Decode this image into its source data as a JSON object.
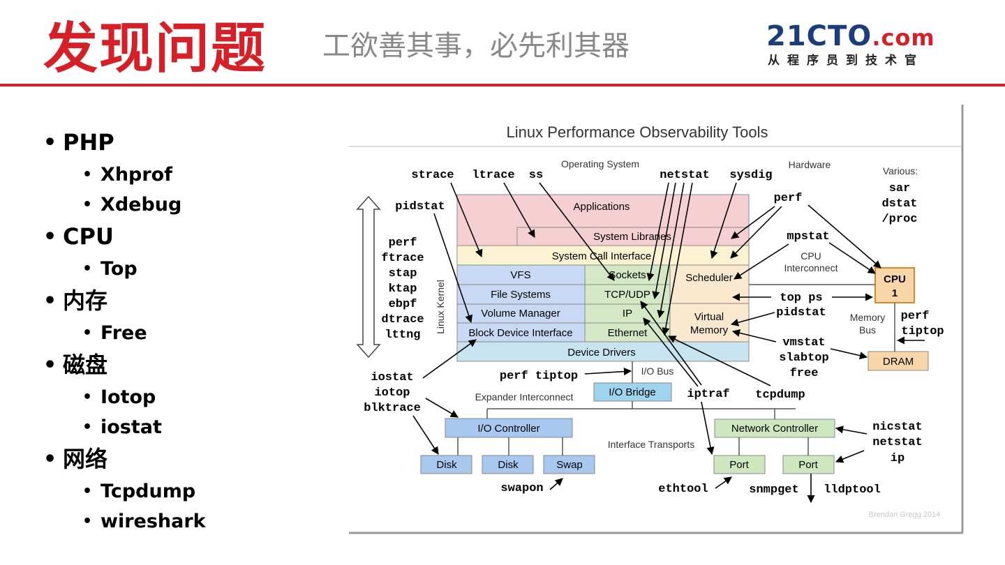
{
  "header": {
    "title": "发现问题",
    "subtitle": "工欲善其事，必先利其器",
    "logo_main": "21CTO",
    "logo_com": ".com",
    "logo_sub": "从程序员到技术官",
    "accent_color": "#d62027"
  },
  "bullets": [
    {
      "text": "PHP",
      "level": 1
    },
    {
      "text": "Xhprof",
      "level": 2
    },
    {
      "text": "Xdebug",
      "level": 2
    },
    {
      "text": "CPU",
      "level": 1
    },
    {
      "text": "Top",
      "level": 2
    },
    {
      "text": "内存",
      "level": 1
    },
    {
      "text": "Free",
      "level": 2
    },
    {
      "text": "磁盘",
      "level": 1
    },
    {
      "text": "Iotop",
      "level": 2
    },
    {
      "text": "iostat",
      "level": 2
    },
    {
      "text": "网络",
      "level": 1
    },
    {
      "text": "Tcpdump",
      "level": 2
    },
    {
      "text": "wireshark",
      "level": 2
    }
  ],
  "diagram": {
    "title": "Linux Performance Observability Tools",
    "section_os": "Operating System",
    "section_hw": "Hardware",
    "kernel_label": "Linux Kernel",
    "boxes": {
      "applications": "Applications",
      "system_libraries": "System Libraries",
      "system_call_interface": "System Call Interface",
      "vfs": "VFS",
      "sockets": "Sockets",
      "scheduler": "Scheduler",
      "file_systems": "File Systems",
      "tcp_udp": "TCP/UDP",
      "volume_manager": "Volume Manager",
      "ip": "IP",
      "virtual": "Virtual",
      "memory": "Memory",
      "block_device_interface": "Block Device Interface",
      "ethernet": "Ethernet",
      "device_drivers": "Device Drivers",
      "io_bridge": "I/O Bridge",
      "io_controller": "I/O Controller",
      "disk1": "Disk",
      "disk2": "Disk",
      "swap": "Swap",
      "network_controller": "Network Controller",
      "port1": "Port",
      "port2": "Port",
      "cpu": "CPU",
      "cpu_num": "1",
      "dram": "DRAM"
    },
    "labels": {
      "cpu_interconnect_1": "CPU",
      "cpu_interconnect_2": "Interconnect",
      "memory_bus_1": "Memory",
      "memory_bus_2": "Bus",
      "io_bus": "I/O Bus",
      "expander_interconnect": "Expander Interconnect",
      "interface_transports": "Interface Transports",
      "various": "Various:",
      "credit": "Brendan Gregg 2014"
    },
    "tools": {
      "strace": "strace",
      "ltrace": "ltrace",
      "ss": "ss",
      "netstat_top": "netstat",
      "sysdig": "sysdig",
      "perf_top": "perf",
      "sar": "sar",
      "dstat": "dstat",
      "proc": "/proc",
      "pidstat_left": "pidstat",
      "perf_left": "perf",
      "ftrace": "ftrace",
      "stap": "stap",
      "ktap": "ktap",
      "ebpf": "ebpf",
      "dtrace": "dtrace",
      "lttng": "lttng",
      "mpstat": "mpstat",
      "top_ps": "top ps",
      "pidstat_right": "pidstat",
      "perf_right": "perf",
      "tiptop_right": "tiptop",
      "vmstat": "vmstat",
      "slabtop": "slabtop",
      "free": "free",
      "perf_tiptop": "perf tiptop",
      "iostat": "iostat",
      "iotop": "iotop",
      "blktrace": "blktrace",
      "iptraf": "iptraf",
      "tcpdump": "tcpdump",
      "nicstat": "nicstat",
      "netstat_right": "netstat",
      "ip": "ip",
      "swapon": "swapon",
      "ethtool": "ethtool",
      "snmpget": "snmpget",
      "lldptool": "lldptool"
    }
  }
}
